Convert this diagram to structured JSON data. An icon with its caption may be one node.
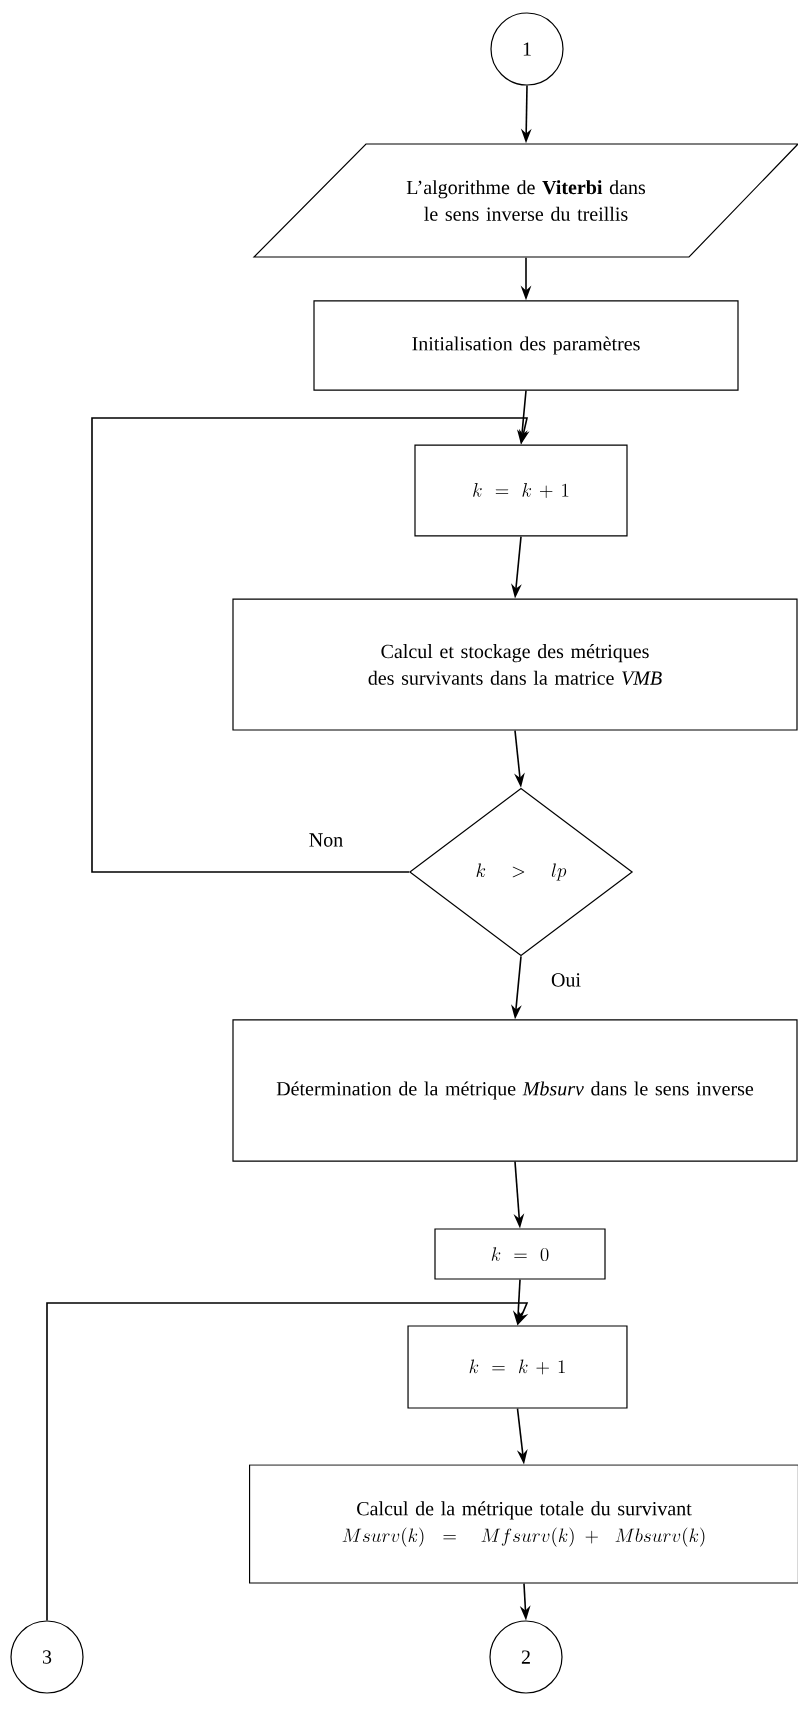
{
  "diagram": {
    "nodes": [
      {
        "text": [
          "1"
        ]
      },
      {
        "text": [
          "L’algorithme de **Viterbi** dans le sens inverse du treillis"
        ]
      },
      {
        "text": [
          "Initialisation des paramètres"
        ]
      },
      {
        "text": [
          "k = k + 1"
        ]
      },
      {
        "text": [
          "Calcul et stockage des métriques des survivants dans la matrice *VMB*"
        ]
      },
      {
        "text": [
          "k \\; > \\; lp"
        ]
      },
      {
        "text": [
          "Détermination de la métrique *Mbsurv* dans le sens inverse"
        ]
      },
      {
        "text": [
          "k = 0"
        ]
      },
      {
        "text": [
          "k = k + 1"
        ]
      },
      {
        "text": [
          "Calcul de la métrique totale du survivant",
          "Msurv(k) = \\ Mfsurv(k) + \\ Mbsurv(k)"
        ]
      },
      {
        "text": [
          "2"
        ]
      },
      {
        "text": [
          "3"
        ]
      }
    ],
    "edges": [
      {
        "from": 0,
        "to": 1,
        "arrow": "to"
      },
      {
        "from": 1,
        "to": 2,
        "arrow": "to"
      },
      {
        "from": 2,
        "to": 3,
        "arrow": "to"
      },
      {
        "from": 3,
        "to": 4,
        "arrow": "to"
      },
      {
        "from": 4,
        "to": 5,
        "arrow": "to"
      },
      {
        "from": 5,
        "to": 6,
        "arrow": "to",
        "label": "Oui"
      },
      {
        "from": 5,
        "to": 3,
        "arrow": "to",
        "label": "Non"
      },
      {
        "from": 6,
        "to": 7,
        "arrow": "to"
      },
      {
        "from": 7,
        "to": 8,
        "arrow": "to"
      },
      {
        "from": 11,
        "to": 8,
        "arrow": "to"
      },
      {
        "from": 8,
        "to": 9,
        "arrow": "to"
      },
      {
        "from": 9,
        "to": 10,
        "arrow": "to"
      }
    ]
  }
}
